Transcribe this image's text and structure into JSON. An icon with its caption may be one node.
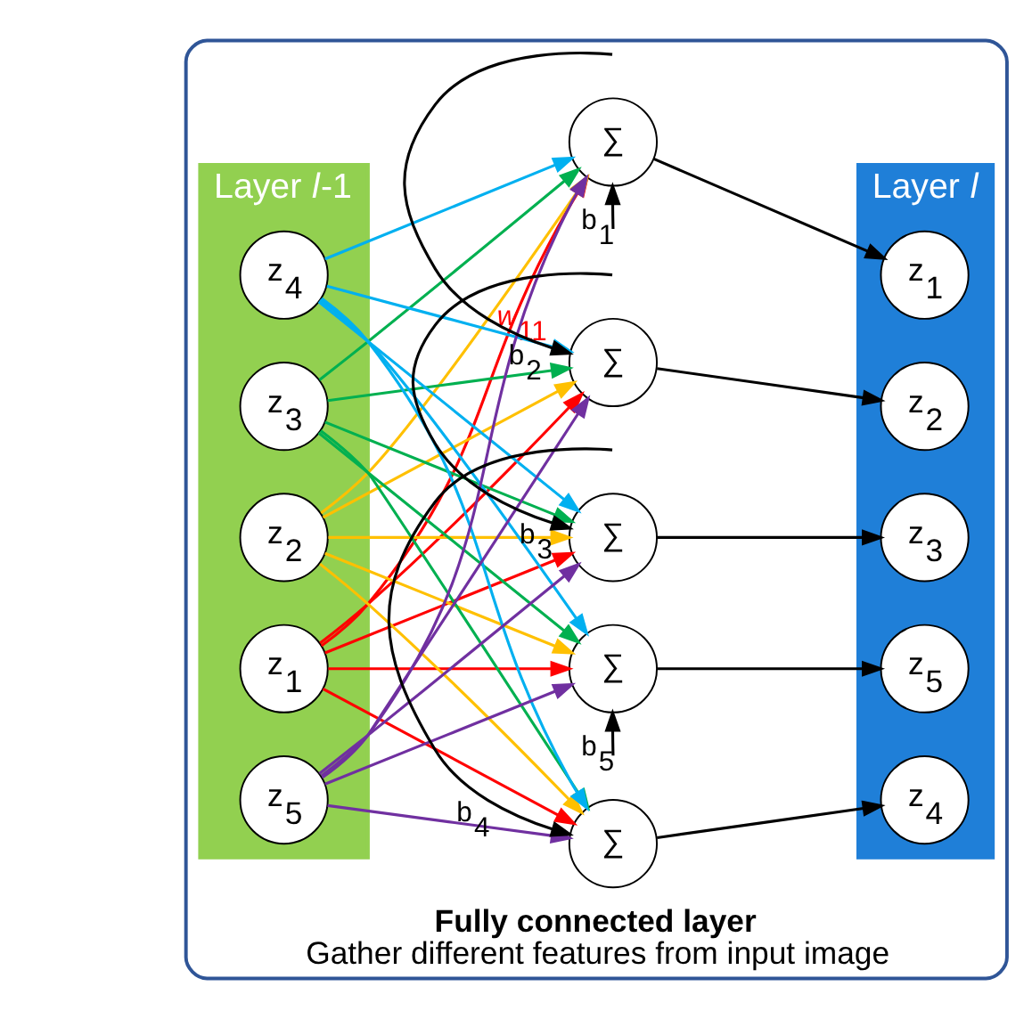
{
  "diagram": {
    "nodes": [
      {
        "text": [
          "Fully connected layer",
          "Gather different features from input image"
        ]
      },
      {
        "text": [
          "Layer *l*-1"
        ],
        "in": 0
      },
      {
        "text": [
          "z$_{1}$"
        ],
        "in": 1
      },
      {
        "text": [
          "z$_{2}$"
        ],
        "in": 1
      },
      {
        "text": [
          "z$_{3}$"
        ],
        "in": 1
      },
      {
        "text": [
          "z$_{4}$"
        ],
        "in": 1
      },
      {
        "text": [
          "z$_{5}$"
        ],
        "in": 1
      },
      {
        "text": [
          "∑"
        ],
        "in": 0
      },
      {
        "text": [
          "∑"
        ],
        "in": 0
      },
      {
        "text": [
          "∑"
        ],
        "in": 0
      },
      {
        "text": [
          "∑"
        ],
        "in": 0
      },
      {
        "text": [
          "∑"
        ],
        "in": 0
      },
      {
        "text": [
          "Layer *l*"
        ],
        "in": 0
      },
      {
        "text": [
          "z$_{1}$"
        ],
        "in": 12
      },
      {
        "text": [
          "z$_{2}$"
        ],
        "in": 12
      },
      {
        "text": [
          "z$_{3}$"
        ],
        "in": 12
      },
      {
        "text": [
          "z$_{4}$"
        ],
        "in": 12
      },
      {
        "text": [
          "z$_{5}$"
        ],
        "in": 12
      }
    ],
    "edges": [
      {
        "from": null,
        "to": 7,
        "arrow": "to",
        "label": "b$_{1}$"
      },
      {
        "from": null,
        "to": 8,
        "arrow": "to",
        "label": "b$_{2}$"
      },
      {
        "from": null,
        "to": 9,
        "arrow": "to",
        "label": "b$_{3}$"
      },
      {
        "from": null,
        "to": 10,
        "arrow": "to",
        "label": "b$_{4}$"
      },
      {
        "from": null,
        "to": 11,
        "arrow": "to",
        "label": "b$_{5}$"
      },
      {
        "from": 2,
        "to": 7,
        "arrow": "to",
        "color": "#ff0000",
        "label": "*w*$_{11}$"
      },
      {
        "from": 2,
        "to": 8,
        "arrow": "to",
        "color": "#ff0000"
      },
      {
        "from": 2,
        "to": 9,
        "arrow": "to",
        "color": "#ff0000"
      },
      {
        "from": 2,
        "to": 10,
        "arrow": "to",
        "color": "#ff0000"
      },
      {
        "from": 2,
        "to": 11,
        "arrow": "to",
        "color": "#ff0000"
      },
      {
        "from": 3,
        "to": 7,
        "arrow": "to",
        "color": "#ffc000"
      },
      {
        "from": 3,
        "to": 8,
        "arrow": "to",
        "color": "#ffc000"
      },
      {
        "from": 3,
        "to": 9,
        "arrow": "to",
        "color": "#ffc000"
      },
      {
        "from": 3,
        "to": 10,
        "arrow": "to",
        "color": "#ffc000"
      },
      {
        "from": 3,
        "to": 11,
        "arrow": "to",
        "color": "#ffc000"
      },
      {
        "from": 4,
        "to": 7,
        "arrow": "to",
        "color": "#00b050"
      },
      {
        "from": 4,
        "to": 8,
        "arrow": "to",
        "color": "#00b050"
      },
      {
        "from": 4,
        "to": 9,
        "arrow": "to",
        "color": "#00b050"
      },
      {
        "from": 4,
        "to": 10,
        "arrow": "to",
        "color": "#00b050"
      },
      {
        "from": 4,
        "to": 11,
        "arrow": "to",
        "color": "#00b050"
      },
      {
        "from": 5,
        "to": 7,
        "arrow": "to",
        "color": "#00b0f0"
      },
      {
        "from": 5,
        "to": 8,
        "arrow": "to",
        "color": "#00b0f0"
      },
      {
        "from": 5,
        "to": 9,
        "arrow": "to",
        "color": "#00b0f0"
      },
      {
        "from": 5,
        "to": 10,
        "arrow": "to",
        "color": "#00b0f0"
      },
      {
        "from": 5,
        "to": 11,
        "arrow": "to",
        "color": "#00b0f0"
      },
      {
        "from": 6,
        "to": 7,
        "arrow": "to",
        "color": "#7030a0"
      },
      {
        "from": 6,
        "to": 8,
        "arrow": "to",
        "color": "#7030a0"
      },
      {
        "from": 6,
        "to": 9,
        "arrow": "to",
        "color": "#7030a0"
      },
      {
        "from": 6,
        "to": 10,
        "arrow": "to",
        "color": "#7030a0"
      },
      {
        "from": 6,
        "to": 11,
        "arrow": "to",
        "color": "#7030a0"
      },
      {
        "from": 7,
        "to": 13,
        "arrow": "to"
      },
      {
        "from": 8,
        "to": 14,
        "arrow": "to"
      },
      {
        "from": 9,
        "to": 15,
        "arrow": "to"
      },
      {
        "from": 10,
        "to": 16,
        "arrow": "to"
      },
      {
        "from": 11,
        "to": 17,
        "arrow": "to"
      }
    ]
  }
}
